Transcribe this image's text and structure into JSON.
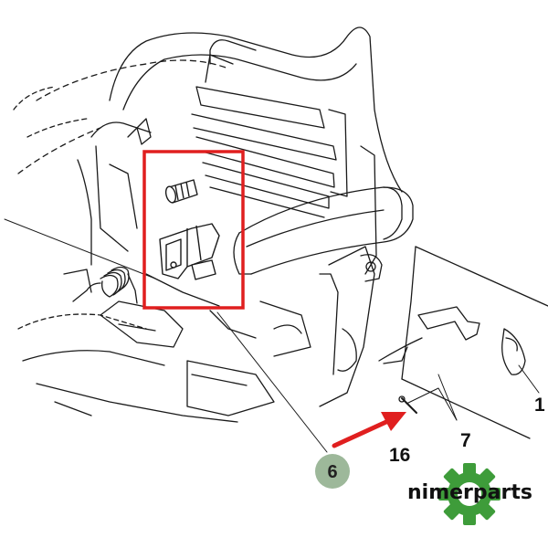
{
  "callouts": {
    "part_6": "6",
    "part_16": "16",
    "part_7": "7",
    "part_1": "1"
  },
  "watermark": {
    "brand_text": "nimerparts"
  },
  "colors": {
    "highlight_box": "#e01f1f",
    "pointer_arrow": "#e01f1f",
    "badge_fill": "#9db89a",
    "logo_green": "#3e9c3a",
    "line_art": "#1a1a1a"
  },
  "icons": {
    "logo": "gear-icon",
    "pointer": "red-arrow-icon"
  }
}
